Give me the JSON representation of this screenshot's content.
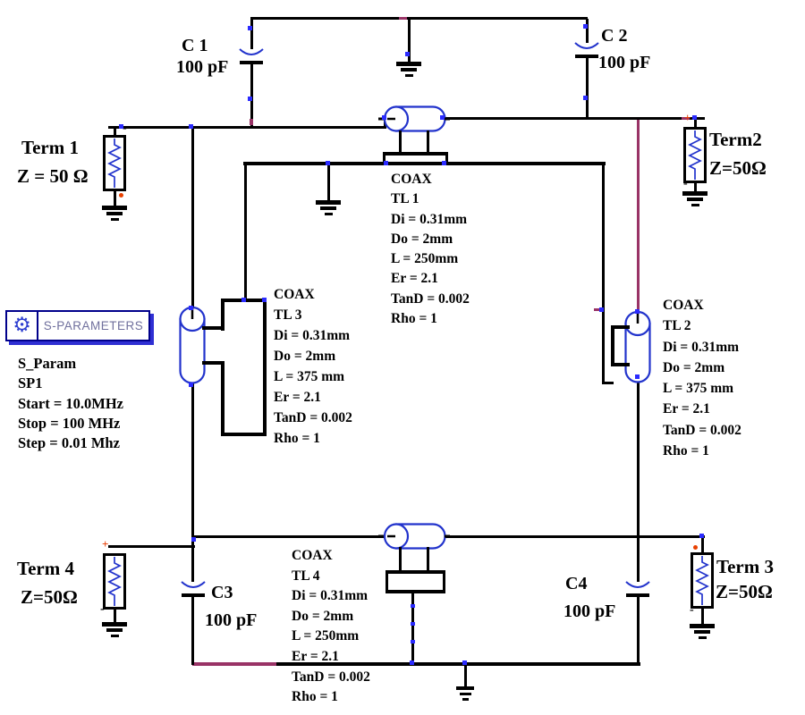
{
  "sim": {
    "title": "S-PARAMETERS",
    "component": "S_Param",
    "instance": "SP1",
    "start": "Start = 10.0MHz",
    "stop": "Stop = 100 MHz",
    "step": "Step = 0.01 Mhz"
  },
  "terms": {
    "t1": {
      "name": "Term 1",
      "impedance": "Z = 50 Ω"
    },
    "t2": {
      "name": "Term2",
      "impedance": "Z=50Ω"
    },
    "t3": {
      "name": "Term 3",
      "impedance": "Z=50Ω"
    },
    "t4": {
      "name": "Term 4",
      "impedance": "Z=50Ω"
    }
  },
  "capacitors": {
    "c1": {
      "name": "C 1",
      "value": "100 pF"
    },
    "c2": {
      "name": "C 2",
      "value": "100 pF"
    },
    "c3": {
      "name": "C3",
      "value": "100 pF"
    },
    "c4": {
      "name": "C4",
      "value": "100 pF"
    }
  },
  "coax": {
    "tl1": {
      "type": "COAX",
      "name": "TL 1",
      "di": "Di = 0.31mm",
      "dout": "Do = 2mm",
      "len": "L = 250mm",
      "er": "Er = 2.1",
      "tand": "TanD = 0.002",
      "rho": "Rho = 1"
    },
    "tl2": {
      "type": "COAX",
      "name": "TL 2",
      "di": "Di = 0.31mm",
      "dout": "Do = 2mm",
      "len": "L = 375 mm",
      "er": "Er = 2.1",
      "tand": "TanD = 0.002",
      "rho": "Rho = 1"
    },
    "tl3": {
      "type": "COAX",
      "name": "TL 3",
      "di": "Di = 0.31mm",
      "dout": "Do = 2mm",
      "len": "L = 375 mm",
      "er": "Er = 2.1",
      "tand": "TanD = 0.002",
      "rho": "Rho = 1"
    },
    "tl4": {
      "type": "COAX",
      "name": "TL 4",
      "di": "Di = 0.31mm",
      "dout": "Do = 2mm",
      "len": "L = 250mm",
      "er": "Er = 2.1",
      "tand": "TanD = 0.002",
      "rho": "Rho = 1"
    }
  },
  "colors": {
    "wire": "#000000",
    "symbol_blue": "#2233cc",
    "highlight_magenta": "#993366",
    "tick_blue": "#2b2bff",
    "marker_red": "#e83a00",
    "sim_border": "#00008b",
    "sim_shadow": "#2f2fd3",
    "sim_text": "#70709d"
  }
}
